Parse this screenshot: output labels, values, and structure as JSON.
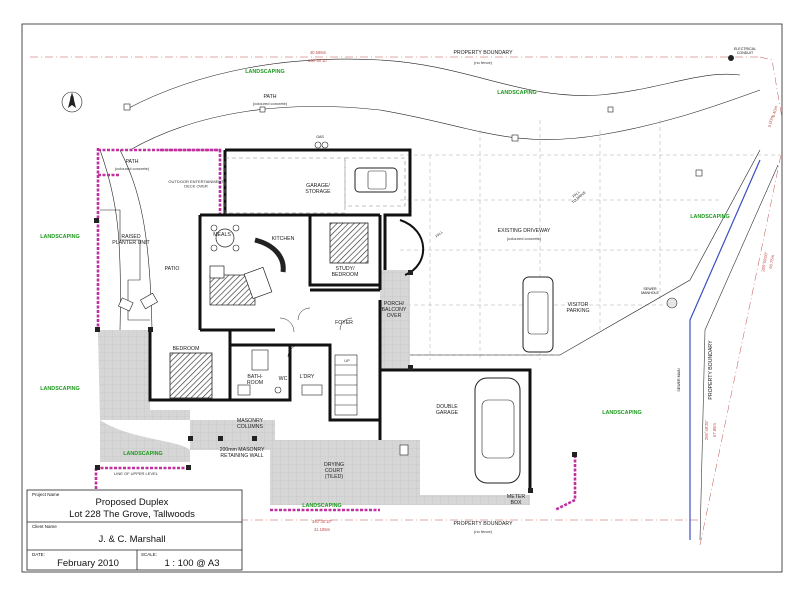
{
  "title_block": {
    "project_name_label": "Project Name",
    "project_name": "Proposed Duplex",
    "address": "Lot 228 The Grove, Tallwoods",
    "client_label": "Client Name",
    "client_name": "J. & C. Marshall",
    "date_label": "DATE:",
    "date": "February 2010",
    "scale_label": "SCALE:",
    "scale": "1 : 100 @ A3"
  },
  "rooms": {
    "garage_storage": "GARAGE/\nSTORAGE",
    "kitchen": "KITCHEN",
    "meals": "MEALS",
    "patio": "PATIO",
    "study_bedroom": "STUDY/\nBEDROOM",
    "bedroom": "BEDROOM",
    "bathroom": "BATH-\nROOM",
    "wc": "WC",
    "laundry": "L'DRY",
    "foyer": "FOYER",
    "porch_balcony": "PORCH/\nBALCONY\nOVER",
    "double_garage": "DOUBLE\nGARAGE",
    "drying_court": "DRYING\nCOURT\n(TILED)",
    "visitor_parking": "VISITOR\nPARKING",
    "meter_box": "METER\nBOX",
    "outdoor_ent": "OUTDOOR ENTERTAINMENT\nDECK OVER",
    "raised_planter": "RAISED\nPLANTER UNIT",
    "masonry_columns": "MASONRY\nCOLUMNS",
    "retaining_wall": "200mm MASONRY\nRETAINING WALL",
    "upper_level": "LINE OF UPPER LEVEL",
    "up": "UP"
  },
  "site": {
    "landscaping": "LANDSCAPING",
    "property_boundary": "PROPERTY BOUNDARY",
    "no_fence": "(no fence)",
    "path": "PATH",
    "coloured_concrete": "(coloured concrete)",
    "existing_driveway": "EXISTING DRIVEWAY",
    "electrical_conduit": "ELECTRICAL\nCONDUIT",
    "sewer_main": "SEWER MAIN",
    "sewer_manhole": "SEWER\nMANHOLE",
    "gas": "GAS",
    "fall": "FALL",
    "fall_to_drive": "FALL\nTO DRIVE"
  },
  "dimensions": {
    "top_bearing": "40.595m",
    "top_angle": "160°30'10\"",
    "bottom_bearing": "340°30'10\"",
    "bottom_length": "41.185m",
    "right_bearing": "285°59'00\"",
    "right_length": "60.75m",
    "right2_bearing": "265°49'25\"",
    "right2_length": "57.85m",
    "corner_dist": "6.40m",
    "corner2": "5.00m"
  },
  "north": "N",
  "colors": {
    "landscaping": "#1f9a1f",
    "boundary": "#c0504d",
    "wall": "#111111",
    "paving": "#d9d9d9",
    "pink_wall": "#c0309f"
  }
}
